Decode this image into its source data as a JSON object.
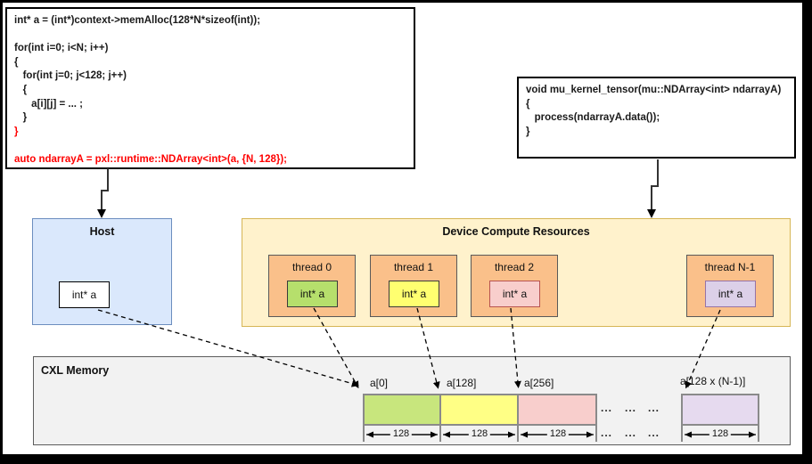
{
  "code_block_1": {
    "lines": [
      {
        "text": "int* a = (int*)context->memAlloc(128*N*sizeof(int));",
        "highlight": false
      },
      {
        "text": "",
        "highlight": false
      },
      {
        "text": "for(int i=0; i<N; i++)",
        "highlight": false
      },
      {
        "text": "{",
        "highlight": false
      },
      {
        "text": "   for(int j=0; j<128; j++)",
        "highlight": false
      },
      {
        "text": "   {",
        "highlight": false
      },
      {
        "text": "      a[i][j] = ... ;",
        "highlight": false
      },
      {
        "text": "   }",
        "highlight": false
      },
      {
        "text": "}",
        "highlight": true
      },
      {
        "text": "",
        "highlight": false
      },
      {
        "text": "auto ndarrayA = pxl::runtime::NDArray<int>(a, {N, 128});",
        "highlight": true
      }
    ]
  },
  "code_block_2": {
    "lines": [
      {
        "text": "void mu_kernel_tensor(mu::NDArray<int> ndarrayA)",
        "highlight": false
      },
      {
        "text": "{",
        "highlight": false
      },
      {
        "text": "   process(ndarrayA.data());",
        "highlight": false
      },
      {
        "text": "}",
        "highlight": false
      }
    ]
  },
  "host": {
    "title": "Host",
    "pointer_label": "int* a"
  },
  "device": {
    "title": "Device Compute Resources",
    "threads": [
      {
        "label": "thread 0",
        "pointer_label": "int* a",
        "pointer_color": "#b6df6c"
      },
      {
        "label": "thread 1",
        "pointer_label": "int* a",
        "pointer_color": "#ffff70"
      },
      {
        "label": "thread 2",
        "pointer_label": "int* a",
        "pointer_color": "#f8cecc"
      },
      {
        "label": "thread N-1",
        "pointer_label": "int* a",
        "pointer_color": "#dcd0e8"
      }
    ]
  },
  "cxl": {
    "title": "CXL Memory",
    "segments": [
      {
        "label": "a[0]",
        "size_label": "128",
        "color": "#c8e67d"
      },
      {
        "label": "a[128]",
        "size_label": "128",
        "color": "#ffff85"
      },
      {
        "label": "a[256]",
        "size_label": "128",
        "color": "#f8cecc"
      },
      {
        "label": "a[128 x (N-1)]",
        "size_label": "128",
        "color": "#e6daef"
      }
    ],
    "ellipsis": "..."
  },
  "colors": {
    "code_highlight": "#ff0000",
    "host_fill": "#dae8fc",
    "host_border": "#6c8ebf",
    "device_fill": "#fff2cc",
    "device_border": "#d6b656",
    "thread_fill": "#fac08a",
    "cxl_fill": "#f2f2f2"
  }
}
